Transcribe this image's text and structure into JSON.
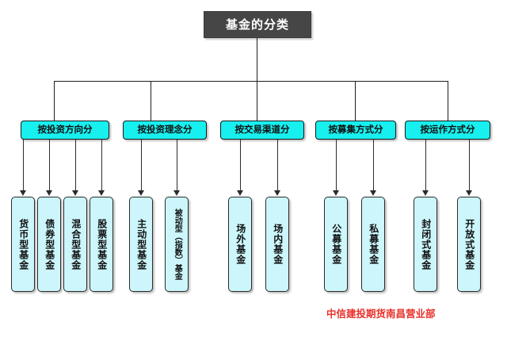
{
  "diagram": {
    "title": "基金的分类",
    "footer": "中信建投期货南昌营业部",
    "colors": {
      "root_fill": "#464646",
      "root_text": "#ffffff",
      "category_fill": "#18efef",
      "leaf_fill": "#ccf6fb",
      "line": "#1e1e1e",
      "footer_text": "#e8302a"
    },
    "categories": [
      {
        "label": "按投资方向分",
        "leaves": [
          {
            "label": "货币型基金"
          },
          {
            "label": "债券型基金"
          },
          {
            "label": "混合型基金"
          },
          {
            "label": "股票型基金"
          }
        ]
      },
      {
        "label": "按投资理念分",
        "leaves": [
          {
            "label": "主动型基金"
          },
          {
            "label": "被动型（指数）基金"
          }
        ]
      },
      {
        "label": "按交易渠道分",
        "leaves": [
          {
            "label": "场外基金"
          },
          {
            "label": "场内基金"
          }
        ]
      },
      {
        "label": "按募集方式分",
        "leaves": [
          {
            "label": "公募基金"
          },
          {
            "label": "私募基金"
          }
        ]
      },
      {
        "label": "按运作方式分",
        "leaves": [
          {
            "label": "封闭式基金"
          },
          {
            "label": "开放式基金"
          }
        ]
      }
    ]
  }
}
